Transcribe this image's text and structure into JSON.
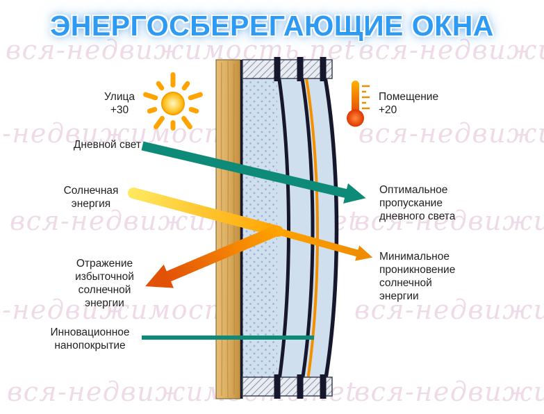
{
  "title": "ЭНЕРГОСБЕРЕГАЮЩИЕ ОКНА",
  "watermark": "вся-недвижимость.net",
  "labels": {
    "street": "Улица",
    "street_temp": "+30",
    "room": "Помещение",
    "room_temp": "+20",
    "daylight": "Дневной свет",
    "solar_energy": "Солнечная\nэнергия",
    "reflection": "Отражение\nизбыточной\nсолнечной\nэнергии",
    "nano_coating": "Инновационное\nнанопокрытие",
    "optimal_transmission": "Оптимальное\nпропускание\nдневного света",
    "minimal_penetration": "Минимальное\nпроникновение\nсолнечной\nэнергии"
  },
  "icons": {
    "sun": "sun-icon",
    "thermometer": "thermometer-icon"
  },
  "colors": {
    "title": "#2d9bf3",
    "watermark": "#eedbe7",
    "teal": "#0e8a78",
    "yellow": "#ffe75e",
    "orange": "#ffa300",
    "orange_dark": "#e25206",
    "wood": "#dcae62",
    "wood_dark": "#b9863b",
    "glass": "#cfdfee",
    "frame_dark": "#16162c",
    "text": "#222222"
  }
}
